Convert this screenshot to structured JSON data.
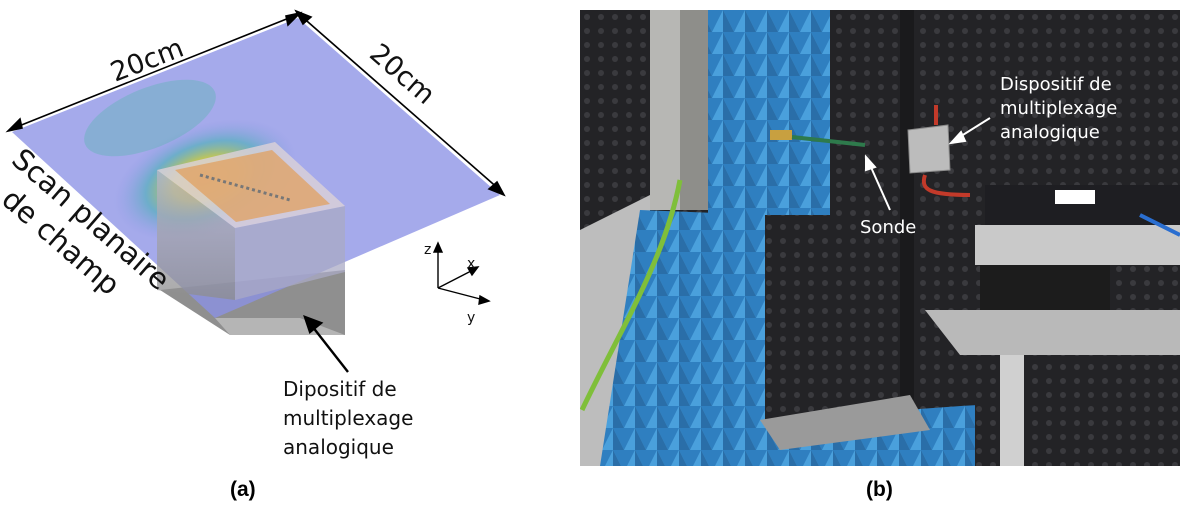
{
  "panel_a": {
    "caption": "(a)",
    "dimension_left": "20cm",
    "dimension_right": "20cm",
    "scan_label_lines": [
      "Scan planaire",
      "de champ"
    ],
    "axis_labels": {
      "z": "z",
      "x": "x",
      "y": "y"
    },
    "device_label_lines": [
      "Dipositif de",
      "multiplexage",
      "analogique"
    ],
    "colors": {
      "scan_plane": "#8c92e6",
      "device_body": "#9a9a9a"
    }
  },
  "panel_b": {
    "caption": "(b)",
    "device_label_lines": [
      "Dispositif de",
      "multiplexage",
      "analogique"
    ],
    "probe_label": "Sonde",
    "colors": {
      "absorber": "#3d8fcc",
      "chamber_wall": "#2a2a2c"
    }
  }
}
